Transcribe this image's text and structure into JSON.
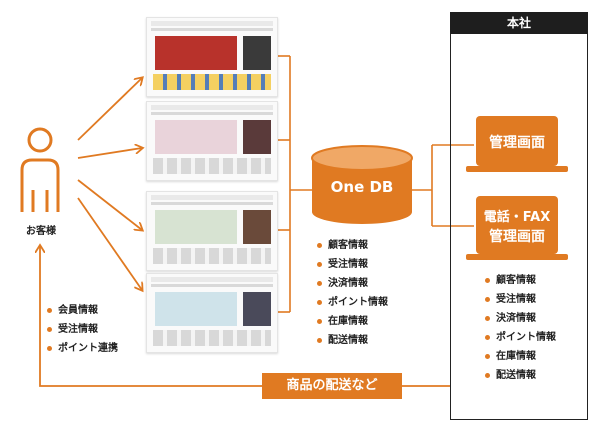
{
  "customer": {
    "label": "お客様",
    "icon": "person-icon"
  },
  "sites": [
    {
      "name": "site-1",
      "colors": [
        "#b8322b",
        "#f2c63b"
      ]
    },
    {
      "name": "site-2",
      "colors": [
        "#e9d3da",
        "#f4e6ea"
      ]
    },
    {
      "name": "site-3",
      "colors": [
        "#d7e3d2",
        "#ffffff"
      ]
    },
    {
      "name": "site-4",
      "colors": [
        "#cfe3ea",
        "#f0f0f0"
      ]
    }
  ],
  "customer_info": [
    "会員情報",
    "受注情報",
    "ポイント連携"
  ],
  "database": {
    "label": "One DB"
  },
  "db_info": [
    "顧客情報",
    "受注情報",
    "決済情報",
    "ポイント情報",
    "在庫情報",
    "配送情報"
  ],
  "hq": {
    "title": "本社",
    "admin_screen": "管理画面",
    "phone_fax_line1": "電話・FAX",
    "phone_fax_line2": "管理画面",
    "info": [
      "顧客情報",
      "受注情報",
      "決済情報",
      "ポイント情報",
      "在庫情報",
      "配送情報"
    ]
  },
  "shipping": {
    "label": "商品の配送など"
  },
  "colors": {
    "accent": "#e07a22",
    "dark": "#1e1e1e"
  }
}
